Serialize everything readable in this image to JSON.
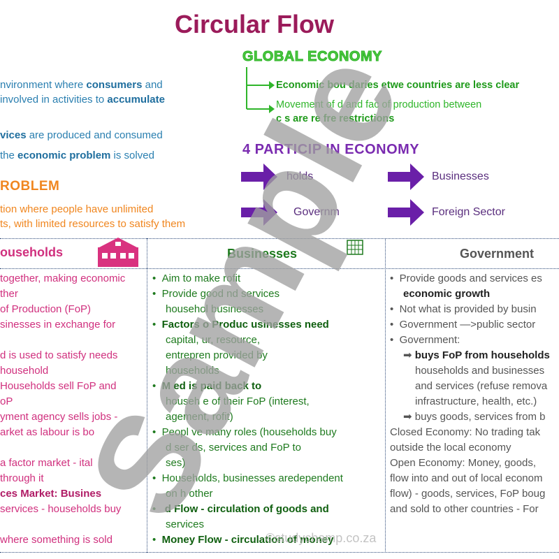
{
  "title": "Circular Flow",
  "left_panel": {
    "line1": "nvironment where ",
    "line1_b": "consumers",
    "line1_end": " and",
    "line2": "involved in activities to ",
    "line2_b": "accumulate",
    "line3_b": "vices",
    "line3": " are produced and consumed",
    "line4": "the ",
    "line4_b": "economic problem",
    "line4_end": " is solved",
    "problem_heading": "ROBLEM",
    "problem_line1": "tion where people have unlimited",
    "problem_line2": "ts, with limited resources to satisfy them"
  },
  "global_economy": {
    "heading": "GLOBAL ECONOMY",
    "item1": "Economic bou  daries  etwe  countries are less clear",
    "item2a": "Movement of       d and fac     of production between",
    "item2b": "c       s are re         fre  restrictions"
  },
  "participants": {
    "heading": "4 PARTICIP        IN ECONOMY",
    "items": [
      "      holds",
      "Businesses",
      "Governm",
      "Foreign Sector"
    ]
  },
  "table": {
    "headers": [
      "ouseholds",
      "Businesses",
      "Government"
    ],
    "households_lines": [
      "together, making economic",
      "ther",
      "of Production (FoP)",
      "sinesses in exchange for",
      "",
      "d is used to satisfy needs",
      "household",
      "Households sell FoP and",
      "oP",
      "yment agency sells jobs -",
      "arket as labour is bo",
      "",
      " a factor market - ital",
      " through it",
      "ces Market: Busines",
      "services - households buy",
      "",
      "where something is sold"
    ],
    "businesses_lines": [
      "Aim to make    rofit",
      "Provide good   nd services",
      "househol          businesses",
      "Factors o  Produc     usinesses need",
      "capital,     ur, resource,",
      "entrepren        provided by",
      "households",
      "M          ed is paid back to",
      "househ         e of their FoP (interest,",
      "    agement,   rofit)",
      "Peopl    ve many roles (households buy",
      "    d ser      ds, services and FoP to",
      "    ses)",
      "Households, businesses aredependent",
      "on      h other",
      "   d   Flow - circulation of goods and",
      "services",
      "Money Flow - circulation of money"
    ],
    "government_lines": [
      "Provide goods and services es",
      "economic growth",
      "Not what is provided by busin",
      "Government —>public sector",
      "Government:",
      "buys FoP from households",
      "households and businesses",
      "and services (refuse remova",
      "infrastructure, health, etc.)",
      "buys goods, services from b",
      "Closed Economy: No trading tak",
      "outside the local economy",
      "Open Economy: Money, goods,",
      "flow into and out of local econom",
      "flow) - goods, services, FoP boug",
      "and sold to other countries - For"
    ]
  },
  "footer_watermark": "©studychamp.co.za",
  "watermark": "Sample",
  "colors": {
    "title": "#9b1b5a",
    "blue_text": "#2a7fb0",
    "orange": "#f0861f",
    "green": "#2fb52a",
    "purple": "#7a2bb0",
    "pink": "#d0307e",
    "house_icon": "#d9327f"
  }
}
